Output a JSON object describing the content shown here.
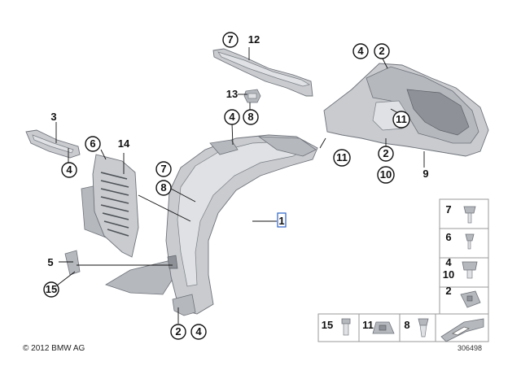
{
  "labels": {
    "l1": "1",
    "l2a": "2",
    "l2b": "2",
    "l2c": "2",
    "l3": "3",
    "l4a": "4",
    "l4b": "4",
    "l4c": "4",
    "l4d": "4",
    "l5": "5",
    "l6": "6",
    "l7a": "7",
    "l7b": "7",
    "l8a": "8",
    "l8b": "8",
    "l9": "9",
    "l10": "10",
    "l11a": "11",
    "l11b": "11",
    "l12": "12",
    "l13": "13",
    "l14": "14",
    "l15": "15"
  },
  "legend": {
    "r7": "7",
    "r6": "6",
    "r4": "4",
    "r10": "10",
    "r2": "2",
    "b15": "15",
    "b11": "11",
    "b8": "8"
  },
  "copyright": "© 2012 BMW AG",
  "doc_number": "306498"
}
